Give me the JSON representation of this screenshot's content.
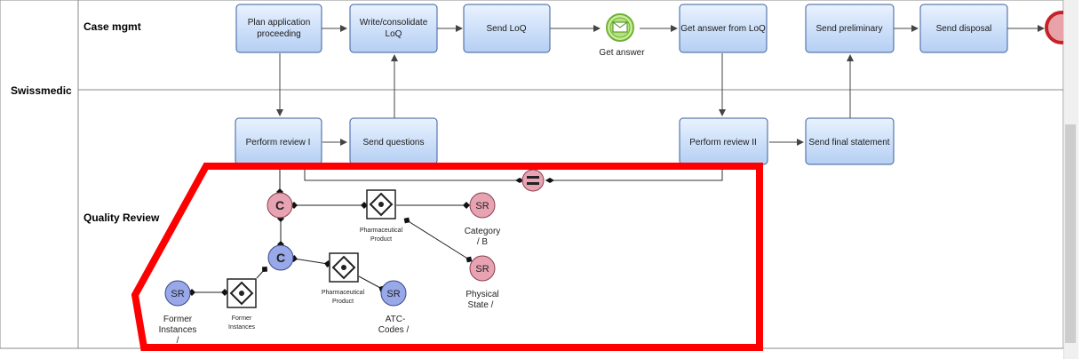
{
  "pool": {
    "label": "Swissmedic"
  },
  "lanes": {
    "case_mgmt": "Case mgmt",
    "quality_review": "Quality Review"
  },
  "tasks": {
    "plan_application": [
      "Plan application",
      "proceeding"
    ],
    "write_consolidate": [
      "Write/consolidate",
      "LoQ"
    ],
    "send_loq": [
      "Send LoQ"
    ],
    "get_answer_from_loq": [
      "Get answer from LoQ"
    ],
    "send_preliminary": [
      "Send preliminary"
    ],
    "send_disposal": [
      "Send disposal"
    ],
    "perform_review_1": [
      "Perform review I"
    ],
    "send_questions": [
      "Send questions"
    ],
    "perform_review_2": [
      "Perform review II"
    ],
    "send_final_statement": [
      "Send final statement"
    ]
  },
  "events": {
    "get_answer": "Get answer"
  },
  "model": {
    "pharma_product_top": [
      "Pharmaceutical",
      "Product"
    ],
    "pharma_product_mid": [
      "Pharmaceutical",
      "Product"
    ],
    "former_instances_small": [
      "Former",
      "Instances"
    ],
    "sr_text": "SR",
    "category_b": [
      "Category",
      "/ B"
    ],
    "physical_state": [
      "Physical",
      "State /"
    ],
    "atc_codes": [
      "ATC-",
      "Codes /"
    ],
    "former_instances": [
      "Former",
      "Instances",
      "/"
    ]
  },
  "colors": {
    "highlight": "#ff0000",
    "task_border": "#3a5f9a",
    "message_event": "#8fd14f",
    "end_event": "#c8202a"
  }
}
